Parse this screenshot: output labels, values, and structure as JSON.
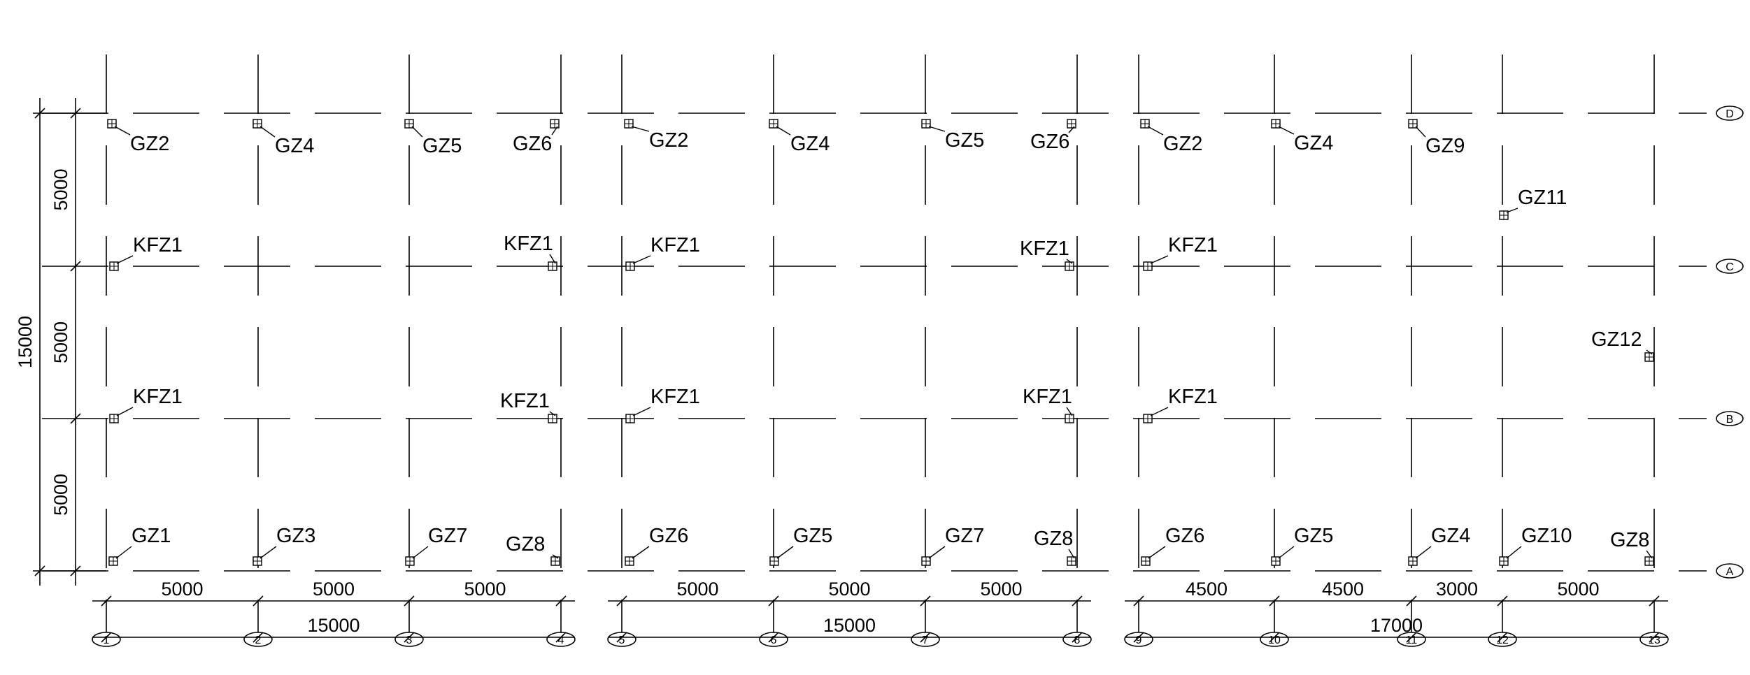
{
  "row_axes": [
    "A",
    "B",
    "C",
    "D"
  ],
  "col_axes": [
    "1",
    "2",
    "3",
    "4",
    "5",
    "6",
    "7",
    "8",
    "9",
    "10",
    "11",
    "12",
    "13"
  ],
  "spans": [
    "5000",
    "5000",
    "5000",
    "5000",
    "5000",
    "5000",
    "4500",
    "4500",
    "3000",
    "5000"
  ],
  "totals": [
    "15000",
    "15000",
    "17000"
  ],
  "vertical_spans": [
    "5000",
    "5000",
    "5000"
  ],
  "vertical_total": "15000",
  "columns": [
    {
      "label": "GZ2"
    },
    {
      "label": "GZ4"
    },
    {
      "label": "GZ5"
    },
    {
      "label": "GZ6"
    },
    {
      "label": "GZ2"
    },
    {
      "label": "GZ4"
    },
    {
      "label": "GZ5"
    },
    {
      "label": "GZ6"
    },
    {
      "label": "GZ2"
    },
    {
      "label": "GZ4"
    },
    {
      "label": "GZ9"
    },
    {
      "label": "GZ11"
    },
    {
      "label": "KFZ1"
    },
    {
      "label": "KFZ1"
    },
    {
      "label": "KFZ1"
    },
    {
      "label": "KFZ1"
    },
    {
      "label": "KFZ1"
    },
    {
      "label": "GZ12"
    },
    {
      "label": "KFZ1"
    },
    {
      "label": "KFZ1"
    },
    {
      "label": "KFZ1"
    },
    {
      "label": "KFZ1"
    },
    {
      "label": "KFZ1"
    },
    {
      "label": "GZ1"
    },
    {
      "label": "GZ3"
    },
    {
      "label": "GZ7"
    },
    {
      "label": "GZ8"
    },
    {
      "label": "GZ6"
    },
    {
      "label": "GZ5"
    },
    {
      "label": "GZ7"
    },
    {
      "label": "GZ8"
    },
    {
      "label": "GZ6"
    },
    {
      "label": "GZ5"
    },
    {
      "label": "GZ4"
    },
    {
      "label": "GZ10"
    },
    {
      "label": "GZ8"
    }
  ]
}
